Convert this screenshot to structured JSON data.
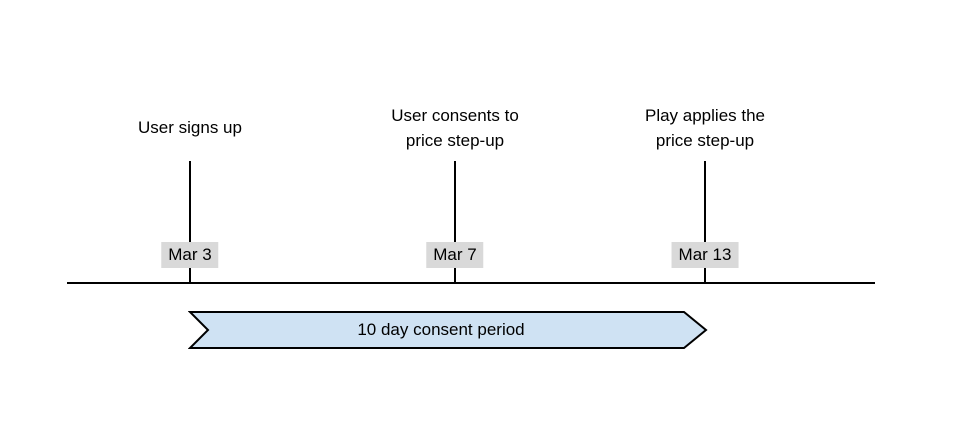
{
  "diagram": {
    "events": [
      {
        "label": "User signs up",
        "date": "Mar 3"
      },
      {
        "label": "User consents to\nprice step-up",
        "date": "Mar 7"
      },
      {
        "label": "Play applies the\nprice step-up",
        "date": "Mar 13"
      }
    ],
    "banner": {
      "label": "10 day consent period"
    },
    "colors": {
      "banner_fill": "#cfe2f3",
      "banner_stroke": "#000000",
      "date_highlight": "#d9d9d9",
      "line": "#000000"
    }
  }
}
